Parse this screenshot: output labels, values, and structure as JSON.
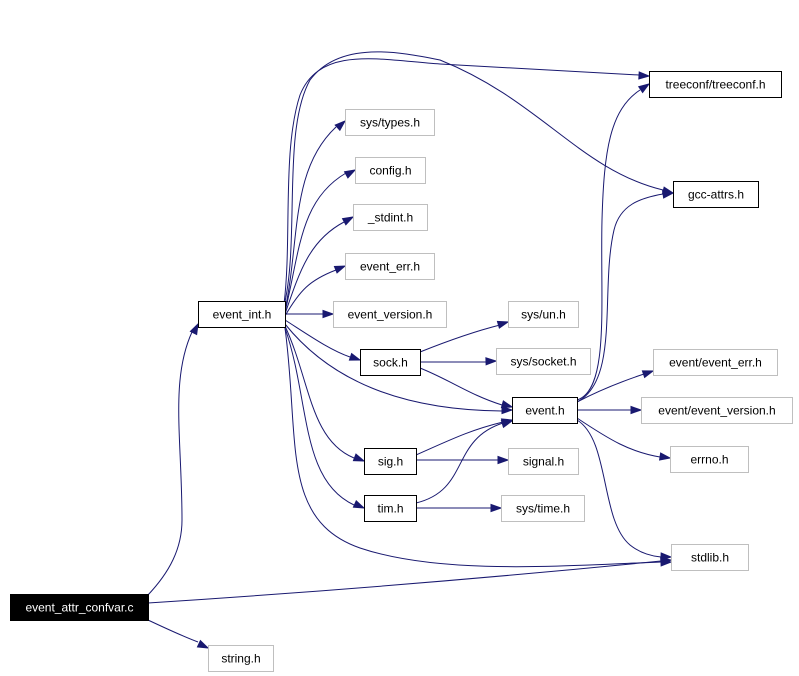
{
  "graph": {
    "nodes": [
      {
        "id": "event_attr_confvar",
        "label": "event_attr_confvar.c",
        "kind": "root"
      },
      {
        "id": "event_int",
        "label": "event_int.h",
        "kind": "local"
      },
      {
        "id": "treeconf",
        "label": "treeconf/treeconf.h",
        "kind": "local"
      },
      {
        "id": "sys_types",
        "label": "sys/types.h",
        "kind": "external"
      },
      {
        "id": "config",
        "label": "config.h",
        "kind": "external"
      },
      {
        "id": "stdint",
        "label": "_stdint.h",
        "kind": "external"
      },
      {
        "id": "event_err",
        "label": "event_err.h",
        "kind": "external"
      },
      {
        "id": "event_version",
        "label": "event_version.h",
        "kind": "external"
      },
      {
        "id": "gcc_attrs",
        "label": "gcc-attrs.h",
        "kind": "local"
      },
      {
        "id": "sock",
        "label": "sock.h",
        "kind": "local"
      },
      {
        "id": "sys_un",
        "label": "sys/un.h",
        "kind": "external"
      },
      {
        "id": "sys_socket",
        "label": "sys/socket.h",
        "kind": "external"
      },
      {
        "id": "event",
        "label": "event.h",
        "kind": "local"
      },
      {
        "id": "event_event_err",
        "label": "event/event_err.h",
        "kind": "external"
      },
      {
        "id": "event_event_version",
        "label": "event/event_version.h",
        "kind": "external"
      },
      {
        "id": "errno",
        "label": "errno.h",
        "kind": "external"
      },
      {
        "id": "sig",
        "label": "sig.h",
        "kind": "local"
      },
      {
        "id": "signal",
        "label": "signal.h",
        "kind": "external"
      },
      {
        "id": "tim",
        "label": "tim.h",
        "kind": "local"
      },
      {
        "id": "sys_time",
        "label": "sys/time.h",
        "kind": "external"
      },
      {
        "id": "stdlib",
        "label": "stdlib.h",
        "kind": "external"
      },
      {
        "id": "string",
        "label": "string.h",
        "kind": "external"
      }
    ],
    "edges": [
      {
        "from": "event_attr_confvar",
        "to": "event_int"
      },
      {
        "from": "event_attr_confvar",
        "to": "stdlib"
      },
      {
        "from": "event_attr_confvar",
        "to": "string"
      },
      {
        "from": "event_int",
        "to": "treeconf"
      },
      {
        "from": "event_int",
        "to": "gcc_attrs"
      },
      {
        "from": "event_int",
        "to": "sys_types"
      },
      {
        "from": "event_int",
        "to": "config"
      },
      {
        "from": "event_int",
        "to": "stdint"
      },
      {
        "from": "event_int",
        "to": "event_err"
      },
      {
        "from": "event_int",
        "to": "event_version"
      },
      {
        "from": "event_int",
        "to": "sock"
      },
      {
        "from": "event_int",
        "to": "event"
      },
      {
        "from": "event_int",
        "to": "sig"
      },
      {
        "from": "event_int",
        "to": "tim"
      },
      {
        "from": "event_int",
        "to": "stdlib"
      },
      {
        "from": "sock",
        "to": "sys_un"
      },
      {
        "from": "sock",
        "to": "sys_socket"
      },
      {
        "from": "sock",
        "to": "event"
      },
      {
        "from": "event",
        "to": "treeconf"
      },
      {
        "from": "event",
        "to": "gcc_attrs"
      },
      {
        "from": "event",
        "to": "event_event_err"
      },
      {
        "from": "event",
        "to": "event_event_version"
      },
      {
        "from": "event",
        "to": "errno"
      },
      {
        "from": "event",
        "to": "stdlib"
      },
      {
        "from": "sig",
        "to": "event"
      },
      {
        "from": "sig",
        "to": "signal"
      },
      {
        "from": "tim",
        "to": "event"
      },
      {
        "from": "tim",
        "to": "sys_time"
      }
    ]
  },
  "colors": {
    "edge": "#191970",
    "local_border": "#000000",
    "external_border": "#bfbfbf",
    "root_fill": "#000000",
    "root_text": "#ffffff"
  }
}
